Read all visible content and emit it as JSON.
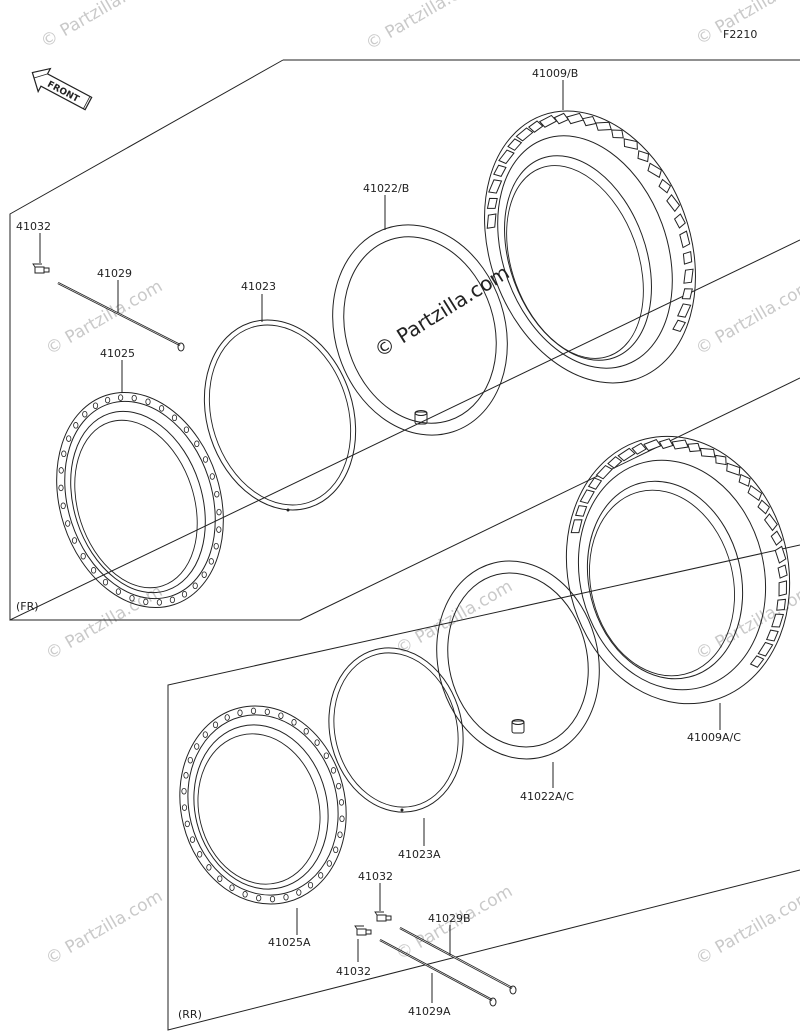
{
  "figure_code": "F2210",
  "front_label": "FRONT",
  "watermark": "© Partzilla.com",
  "sections": {
    "front": {
      "tag": "(FR)"
    },
    "rear": {
      "tag": "(RR)"
    }
  },
  "parts": {
    "front_tire": "41009/B",
    "front_tube": "41022/B",
    "front_rim_band": "41023",
    "front_rim": "41025",
    "front_spoke": "41029",
    "front_nipple": "41032",
    "rear_tire": "41009A/C",
    "rear_tube": "41022A/C",
    "rear_rim_band": "41023A",
    "rear_rim": "41025A",
    "rear_nipple_a": "41032",
    "rear_nipple_b": "41032",
    "rear_spoke_b": "41029B",
    "rear_spoke_a": "41029A"
  }
}
